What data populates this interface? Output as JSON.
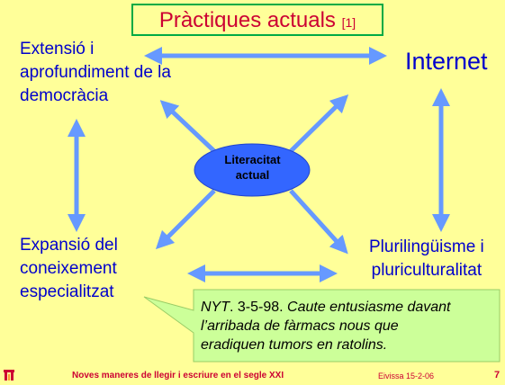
{
  "slide": {
    "title": "Pràctiques actuals",
    "title_ref": "[1]",
    "nodes": {
      "democracy": [
        "Extensió i",
        "aprofundiment de la",
        "democràcia"
      ],
      "internet": "Internet",
      "knowledge": [
        "Expansió del",
        "coneixement",
        "especialitzat"
      ],
      "plurilingualism": [
        "Plurilingüisme i",
        "pluriculturalitat"
      ]
    },
    "center": [
      "Literacitat",
      "actual"
    ],
    "callout": {
      "source": "NYT",
      "date": ". 3-5-98. ",
      "text_line1": "Caute entusiasme davant",
      "text_line2": "l’arribada de fàrmacs nous que",
      "text_line3": "eradiquen tumors en ratolins."
    },
    "footer": {
      "title": "Noves maneres de llegir i escriure en el segle XXI",
      "place_date": "Eivissa  15-2-06",
      "page": "7"
    },
    "colors": {
      "background": "#ffff99",
      "arrow": "#6699ff",
      "ellipse": "#3366ff",
      "callout": "#ccff99",
      "title": "#cc0033",
      "node_text": "#0000cc"
    }
  }
}
